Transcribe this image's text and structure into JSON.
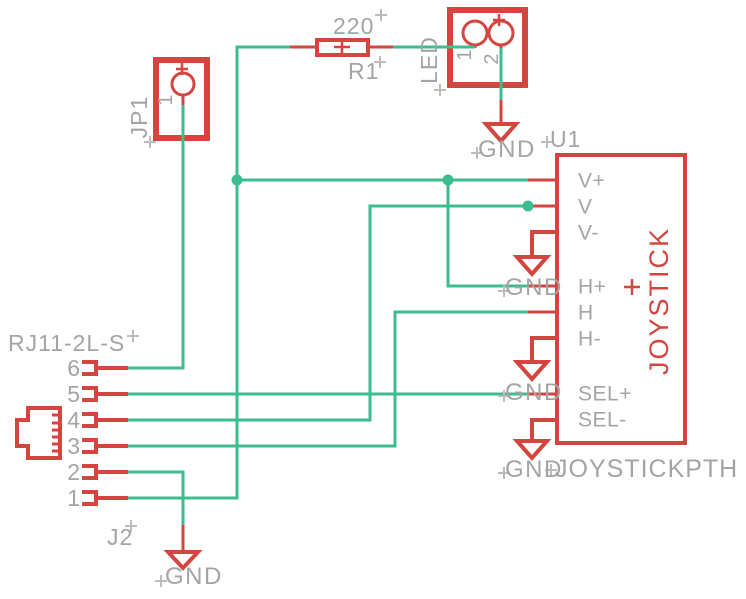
{
  "colors": {
    "symbol_red": "#d5453f",
    "wire_green": "#3dbd8e",
    "label_gray": "#a4a4a4",
    "background": "#ffffff"
  },
  "components": {
    "jp1": {
      "ref": "JP1",
      "pin1": "1"
    },
    "r1": {
      "ref": "R1",
      "value": "220"
    },
    "led": {
      "ref": "LED",
      "pin1": "1",
      "pin2": "2"
    },
    "u1": {
      "ref": "U1",
      "name": "JOYSTICK",
      "package": "JOYSTICKPTH",
      "pins": [
        "V+",
        "V",
        "V-",
        "H+",
        "H",
        "H-",
        "SEL+",
        "SEL-"
      ]
    },
    "j2": {
      "ref": "J2",
      "value": "RJ11-2L-S",
      "pins": [
        "6",
        "5",
        "4",
        "3",
        "2",
        "1"
      ]
    },
    "gnd_label": "GND"
  }
}
